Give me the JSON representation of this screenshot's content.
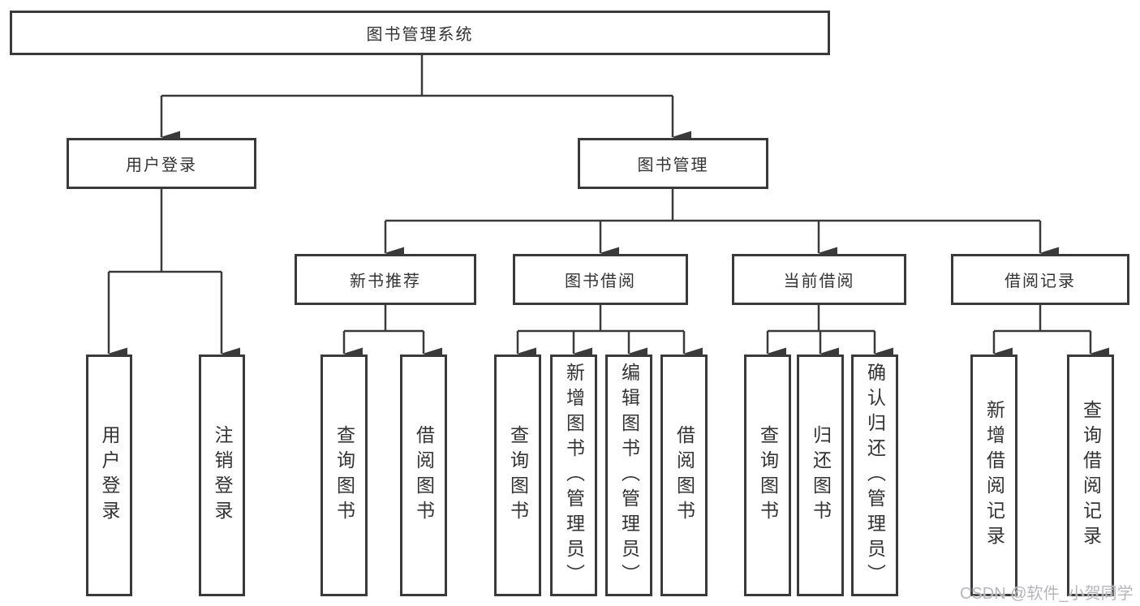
{
  "diagram": {
    "root_label": "图书管理系统",
    "branches": [
      {
        "label": "用户登录",
        "children": [
          "用户登录",
          "注销登录"
        ]
      },
      {
        "label": "图书管理",
        "sections": [
          {
            "label": "新书推荐",
            "children": [
              "查询图书",
              "借阅图书"
            ]
          },
          {
            "label": "图书借阅",
            "children": [
              "查询图书",
              "新增图书（管理员）",
              "编辑图书（管理员）",
              "借阅图书"
            ]
          },
          {
            "label": "当前借阅",
            "children": [
              "查询图书",
              "归还图书",
              "确认归还（管理员）"
            ]
          },
          {
            "label": "借阅记录",
            "children": [
              "新增借阅记录",
              "查询借阅记录"
            ]
          }
        ]
      }
    ]
  },
  "watermark": "CSDN @软件_小贺同学",
  "colors": {
    "line": "#3a3a3a",
    "text": "#333333",
    "watermark": "#b6b6bc",
    "background": "#ffffff"
  }
}
